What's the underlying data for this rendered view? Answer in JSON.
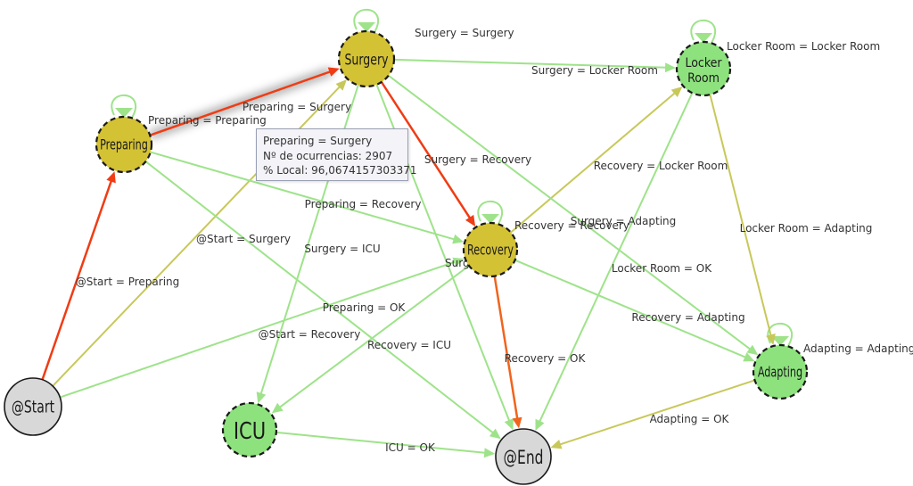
{
  "colors": {
    "green": "#9ee38a",
    "yellow_olive": "#c8c85a",
    "red": "#f03c14",
    "orange": "#f0641e",
    "node_gold": "#d4c235",
    "node_green": "#8ee27e",
    "node_gray": "#d8d8d8"
  },
  "nodes": [
    {
      "id": "surgery",
      "label": "Surgery",
      "fill": "#d4c235",
      "dashed": true
    },
    {
      "id": "preparing",
      "label": "Preparing",
      "fill": "#d4c235",
      "dashed": true
    },
    {
      "id": "recovery",
      "label": "Recovery",
      "fill": "#d4c235",
      "dashed": true
    },
    {
      "id": "locker",
      "label": "Locker Room",
      "fill": "#8ee27e",
      "dashed": true
    },
    {
      "id": "adapting",
      "label": "Adapting",
      "fill": "#8ee27e",
      "dashed": true
    },
    {
      "id": "icu",
      "label": "ICU",
      "fill": "#8ee27e",
      "dashed": true
    },
    {
      "id": "start",
      "label": "@Start",
      "fill": "#d8d8d8",
      "dashed": false
    },
    {
      "id": "end",
      "label": "@End",
      "fill": "#d8d8d8",
      "dashed": false
    }
  ],
  "edges": [
    {
      "from": "surgery",
      "to": "surgery",
      "label": "Surgery = Surgery",
      "color": "#9ee38a"
    },
    {
      "from": "preparing",
      "to": "preparing",
      "label": "Preparing = Preparing",
      "color": "#9ee38a"
    },
    {
      "from": "locker",
      "to": "locker",
      "label": "Locker Room = Locker Room",
      "color": "#9ee38a"
    },
    {
      "from": "recovery",
      "to": "recovery",
      "label": "Recovery = Recovery",
      "color": "#9ee38a"
    },
    {
      "from": "adapting",
      "to": "adapting",
      "label": "Adapting = Adapting",
      "color": "#9ee38a"
    },
    {
      "from": "start",
      "to": "preparing",
      "label": "@Start = Preparing",
      "color": "#f03c14"
    },
    {
      "from": "preparing",
      "to": "surgery",
      "label": "Preparing = Surgery",
      "color": "#f03c14"
    },
    {
      "from": "start",
      "to": "surgery",
      "label": "@Start = Surgery",
      "color": "#c8c85a"
    },
    {
      "from": "surgery",
      "to": "recovery",
      "label": "Surgery = Recovery",
      "color": "#f03c14"
    },
    {
      "from": "surgery",
      "to": "locker",
      "label": "Surgery = Locker Room",
      "color": "#9ee38a"
    },
    {
      "from": "preparing",
      "to": "recovery",
      "label": "Preparing = Recovery",
      "color": "#9ee38a"
    },
    {
      "from": "recovery",
      "to": "locker",
      "label": "Recovery = Locker Room",
      "color": "#c8c85a"
    },
    {
      "from": "locker",
      "to": "adapting",
      "label": "Locker Room = Adapting",
      "color": "#c8c85a"
    },
    {
      "from": "surgery",
      "to": "adapting",
      "label": "Surgery = Adapting",
      "color": "#9ee38a"
    },
    {
      "from": "surgery",
      "to": "icu",
      "label": "Surgery = ICU",
      "color": "#9ee38a"
    },
    {
      "from": "surgery",
      "to": "end",
      "label": "Surg",
      "color": "#9ee38a"
    },
    {
      "from": "preparing",
      "to": "end",
      "label": "Preparing = OK",
      "color": "#9ee38a"
    },
    {
      "from": "start",
      "to": "recovery",
      "label": "@Start = Recovery",
      "color": "#9ee38a"
    },
    {
      "from": "recovery",
      "to": "icu",
      "label": "Recovery = ICU",
      "color": "#9ee38a"
    },
    {
      "from": "recovery",
      "to": "end",
      "label": "Recovery = OK",
      "color": "#f0641e"
    },
    {
      "from": "recovery",
      "to": "adapting",
      "label": "Recovery = Adapting",
      "color": "#9ee38a"
    },
    {
      "from": "locker",
      "to": "end",
      "label": "Locker Room = OK",
      "color": "#9ee38a"
    },
    {
      "from": "adapting",
      "to": "end",
      "label": "Adapting = OK",
      "color": "#c8c85a"
    },
    {
      "from": "icu",
      "to": "end",
      "label": "ICU = OK",
      "color": "#9ee38a"
    }
  ],
  "tooltip": {
    "line1": "Preparing = Surgery",
    "line2": "Nº de ocurrencias: 2907",
    "line3": "% Local: 96,0674157303371"
  }
}
